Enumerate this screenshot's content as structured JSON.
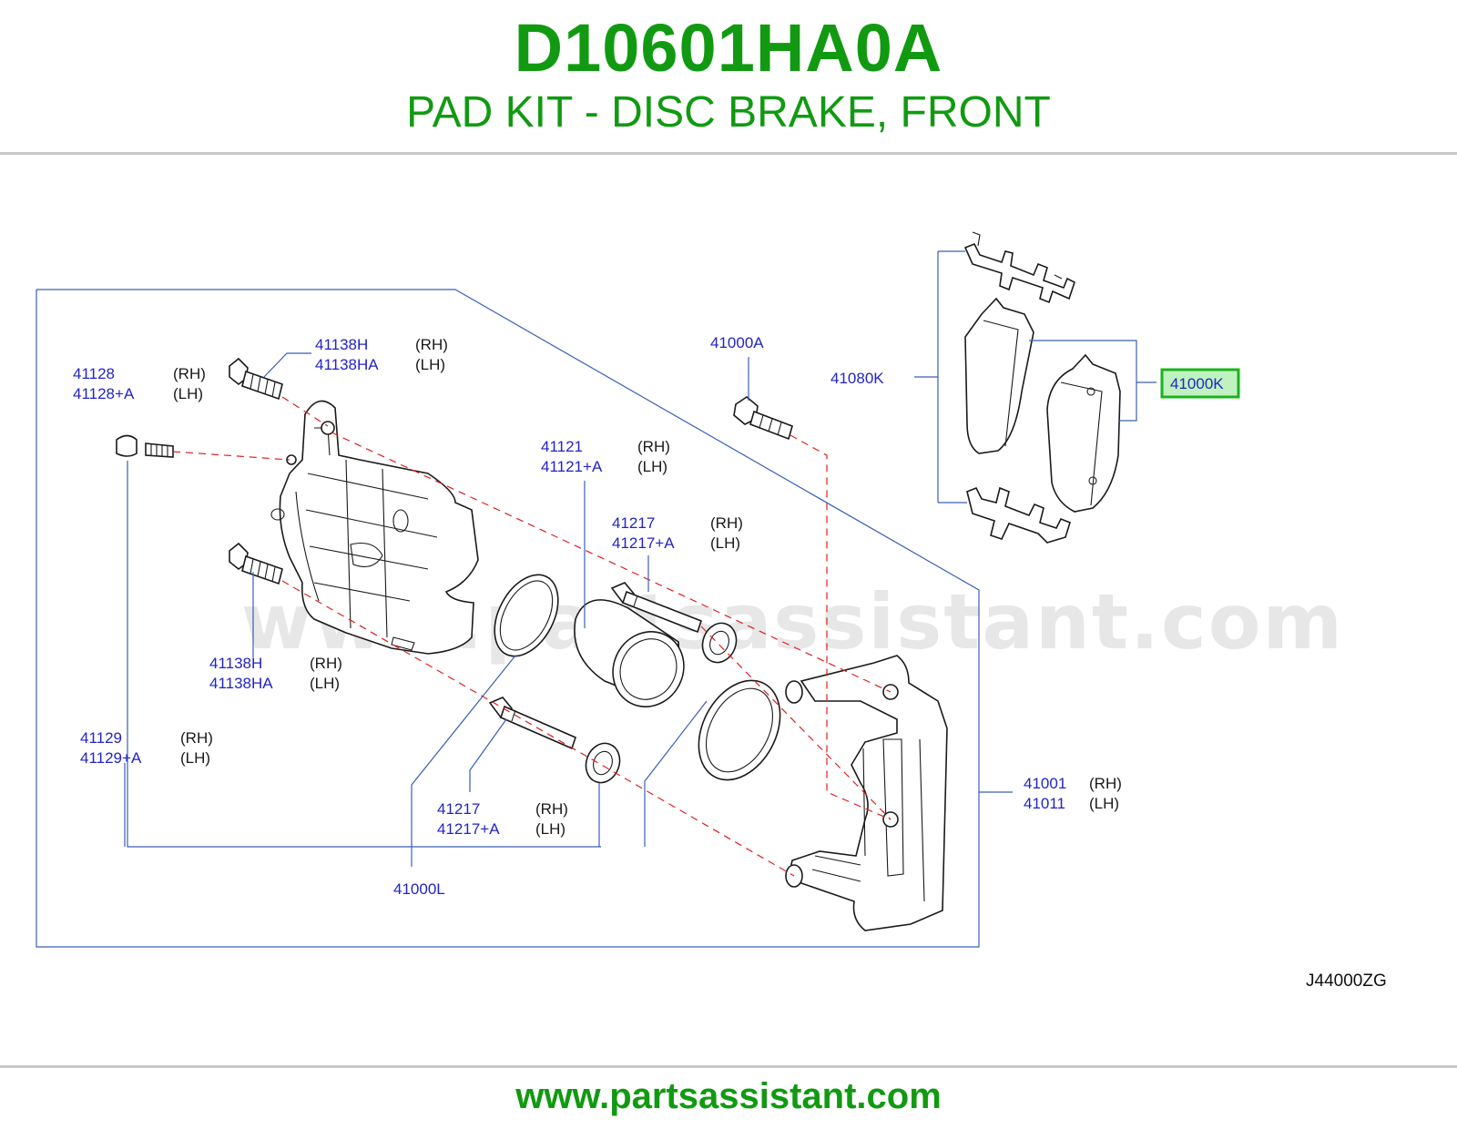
{
  "header": {
    "part_number": "D10601HA0A",
    "part_name": "PAD KIT - DISC BRAKE, FRONT"
  },
  "diagram": {
    "reference_code": "J44000ZG",
    "watermark": "www.partsassistant.com",
    "highlight_color": "#1bb31b",
    "callouts": {
      "c41138H_top": {
        "num1": "41138H",
        "side1": "(RH)",
        "num2": "41138HA",
        "side2": "(LH)"
      },
      "c41128": {
        "num1": "41128",
        "side1": "(RH)",
        "num2": "41128+A",
        "side2": "(LH)"
      },
      "c41000A": {
        "num1": "41000A"
      },
      "c41080K": {
        "num1": "41080K"
      },
      "c41000K": {
        "num1": "41000K"
      },
      "c41121": {
        "num1": "41121",
        "side1": "(RH)",
        "num2": "41121+A",
        "side2": "(LH)"
      },
      "c41217_top": {
        "num1": "41217",
        "side1": "(RH)",
        "num2": "41217+A",
        "side2": "(LH)"
      },
      "c41138H_bot": {
        "num1": "41138H",
        "side1": "(RH)",
        "num2": "41138HA",
        "side2": "(LH)"
      },
      "c41129": {
        "num1": "41129",
        "side1": "(RH)",
        "num2": "41129+A",
        "side2": "(LH)"
      },
      "c41217_bot": {
        "num1": "41217",
        "side1": "(RH)",
        "num2": "41217+A",
        "side2": "(LH)"
      },
      "c41001": {
        "num1": "41001",
        "side1": "(RH)",
        "num2": "41011",
        "side2": "(LH)"
      },
      "c41000L": {
        "num1": "41000L"
      }
    }
  },
  "footer": {
    "url": "www.partsassistant.com"
  }
}
